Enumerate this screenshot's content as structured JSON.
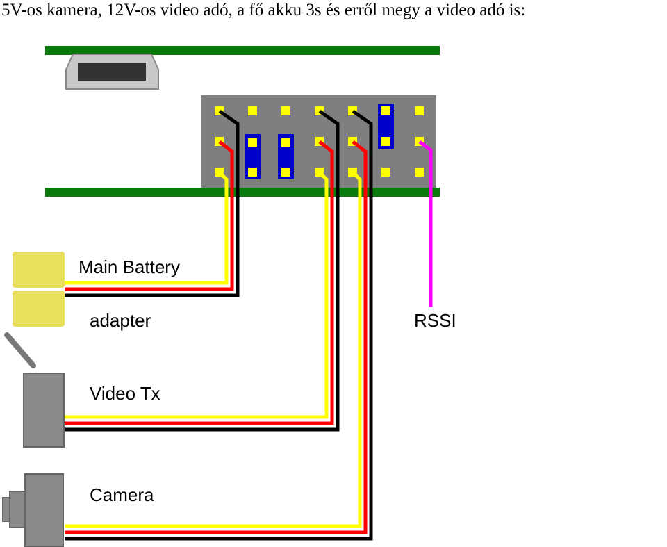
{
  "title": "5V-os kamera, 12V-os video adó, a fő akku 3s és erről megy a video adó is:",
  "labels": {
    "main_battery": "Main Battery",
    "adapter": "adapter",
    "video_tx": "Video Tx",
    "camera": "Camera",
    "rssi": "RSSI"
  },
  "colors": {
    "board": "#0a7a0a",
    "header": "#7f7f7f",
    "pin": "#ffff00",
    "jumper": "#0000cc",
    "wire_red": "#ff0000",
    "wire_black": "#000000",
    "wire_yellow": "#ffff00",
    "wire_rssi": "#ff00ff",
    "battery": "#e8e05a",
    "device_gray": "#8a8a8a"
  }
}
